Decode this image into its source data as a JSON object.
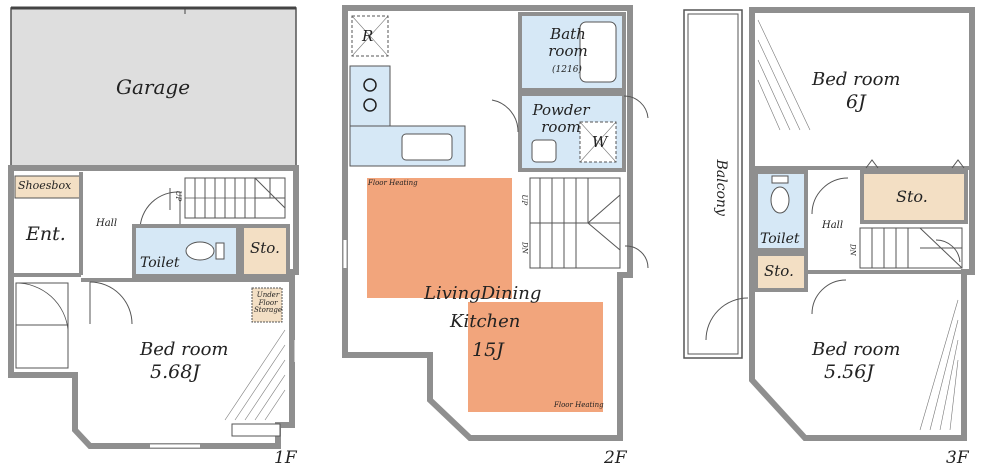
{
  "colors": {
    "wall": "#8f8f8f",
    "garage": "#dedede",
    "wet": "#d6e8f6",
    "storage": "#f3dfc4",
    "floor_heating": "#f2a57c",
    "line": "#444444"
  },
  "floor1": {
    "garage": "Garage",
    "shoesbox": "Shoesbox",
    "entrance": "Ent.",
    "hall": "Hall",
    "up": "UP",
    "toilet": "Toilet",
    "storage": "Sto.",
    "under_floor_storage": "Under Floor Storage",
    "bedroom_label": "Bed room",
    "bedroom_size": "5.68J",
    "floor_label": "1F"
  },
  "floor2": {
    "refrigerator": "R",
    "bathroom": "Bath room",
    "bath_size": "(1216)",
    "powder_room": "Powder room",
    "washer": "W",
    "floor_heating": "Floor Heating",
    "up": "UP",
    "down": "DN",
    "ldk_line1": "LivingDining",
    "ldk_line2": "Kitchen",
    "ldk_size": "15J",
    "floor_label": "2F"
  },
  "floor3": {
    "bedroom_top_label": "Bed room",
    "bedroom_top_size": "6J",
    "balcony": "Balcony",
    "storage_right": "Sto.",
    "toilet": "Toilet",
    "hall": "Hall",
    "down": "DN",
    "storage_small": "Sto.",
    "bedroom_bottom_label": "Bed room",
    "bedroom_bottom_size": "5.56J",
    "floor_label": "3F"
  }
}
